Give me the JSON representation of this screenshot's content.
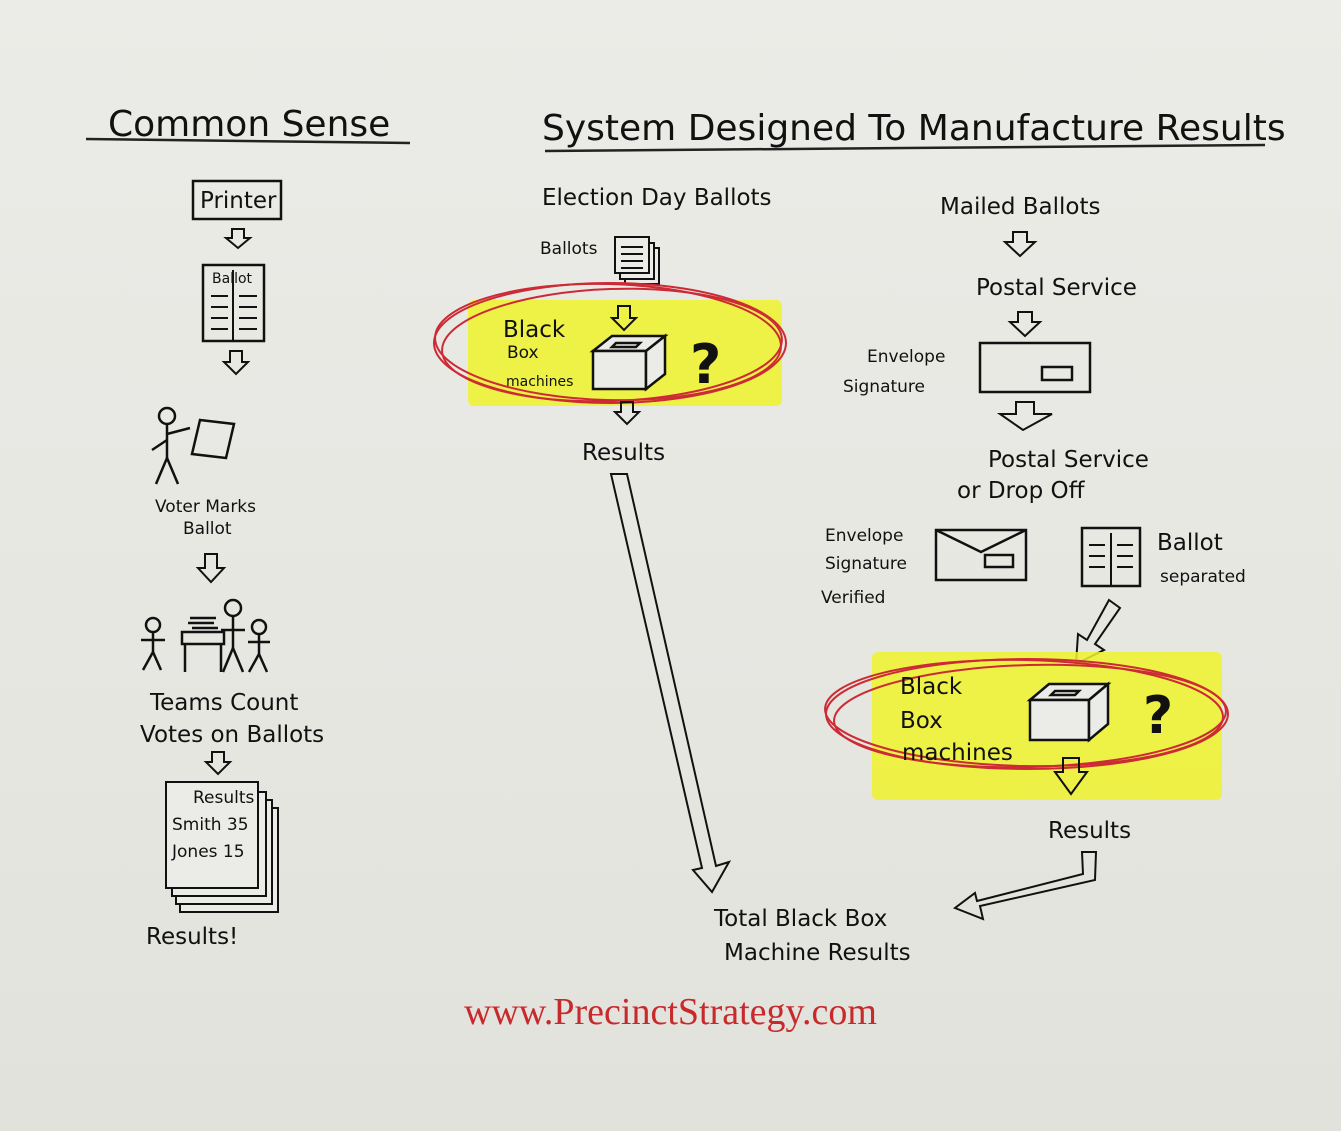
{
  "left": {
    "title": "Common Sense",
    "printer": "Printer",
    "ballot": "Ballot",
    "voter": [
      "Voter Marks",
      "Ballot"
    ],
    "teams": [
      "Teams Count",
      "Votes on Ballots"
    ],
    "results_sheet": {
      "header": "Results",
      "rows": [
        "Smith  35",
        "Jones  15"
      ]
    },
    "results": "Results!"
  },
  "right": {
    "title": "System Designed To Manufacture Results",
    "election_day": {
      "heading": "Election Day Ballots",
      "ballots": "Ballots",
      "blackbox": [
        "Black",
        "Box",
        "machines"
      ],
      "results": "Results"
    },
    "mailed": {
      "heading": "Mailed Ballots",
      "postal1": "Postal Service",
      "envelope_sig": [
        "Envelope",
        "Signature"
      ],
      "postal2": [
        "Postal Service",
        "or Drop Off"
      ],
      "verified": [
        "Envelope",
        "Signature",
        "Verified"
      ],
      "separated": [
        "Ballot",
        "separated"
      ],
      "blackbox": [
        "Black",
        "Box",
        "machines"
      ],
      "results": "Results"
    },
    "total": [
      "Total Black Box",
      "Machine Results"
    ]
  },
  "symbols": {
    "question": "?"
  },
  "footer": {
    "website": "www.PrecinctStrategy.com"
  },
  "colors": {
    "highlight": "#eef22a",
    "circle": "#cc2b36",
    "ink": "#111111",
    "website": "#c8292c"
  }
}
